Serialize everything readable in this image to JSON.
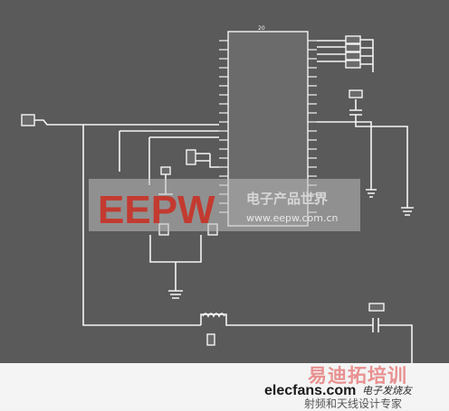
{
  "schematic": {
    "ic_ref": "20",
    "watermark": {
      "brand": "EEPW",
      "tagline": "电子产品世界",
      "url": "www.eepw.com.cn"
    },
    "footer": {
      "site": "elecfans.com",
      "promo": "易迪拓培训",
      "subtitle": "射频和天线设计专家",
      "handwriting": "电子发烧友"
    }
  }
}
